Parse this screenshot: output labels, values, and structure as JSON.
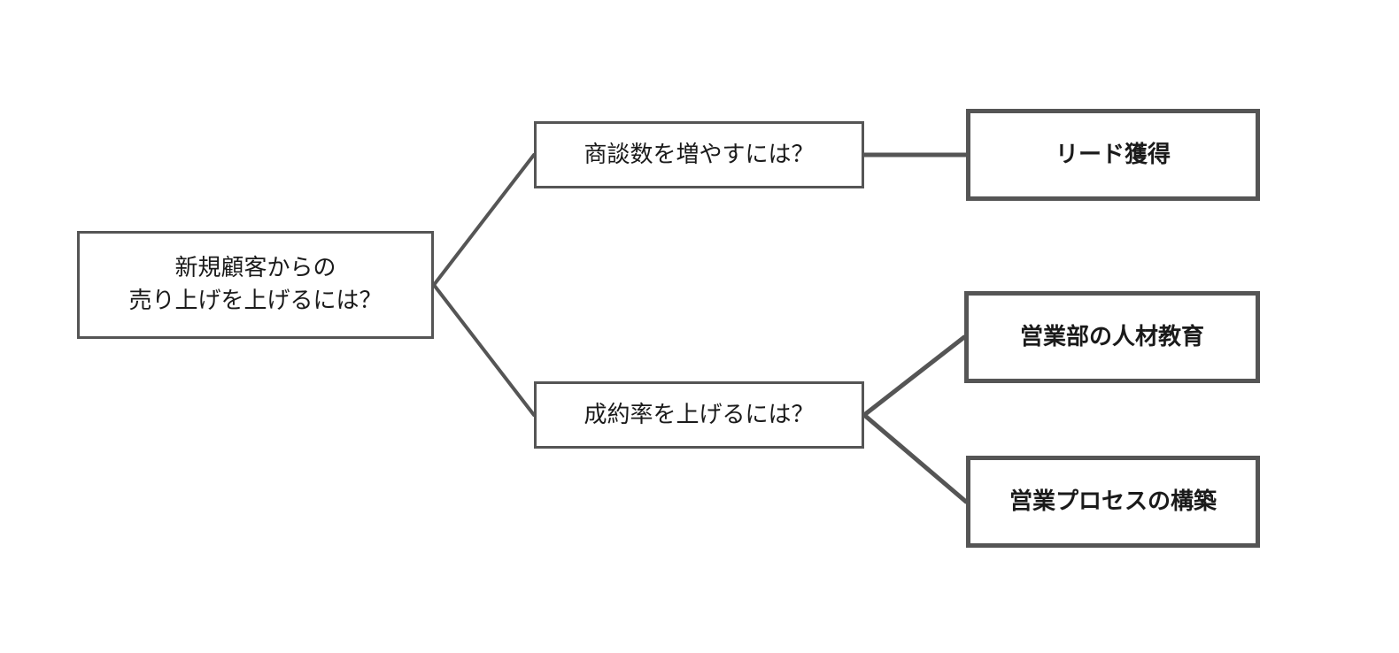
{
  "diagram": {
    "root": {
      "label": "新規顧客からの\n売り上げを上げるには？"
    },
    "branches": [
      {
        "label": "商談数を増やすには？",
        "children": [
          {
            "label": "リード獲得"
          }
        ]
      },
      {
        "label": "成約率を上げるには？",
        "children": [
          {
            "label": "営業部の人材教育"
          },
          {
            "label": "営業プロセスの構築"
          }
        ]
      }
    ]
  },
  "colors": {
    "border": "#555555",
    "background": "#ffffff",
    "text": "#1a1a1a"
  }
}
